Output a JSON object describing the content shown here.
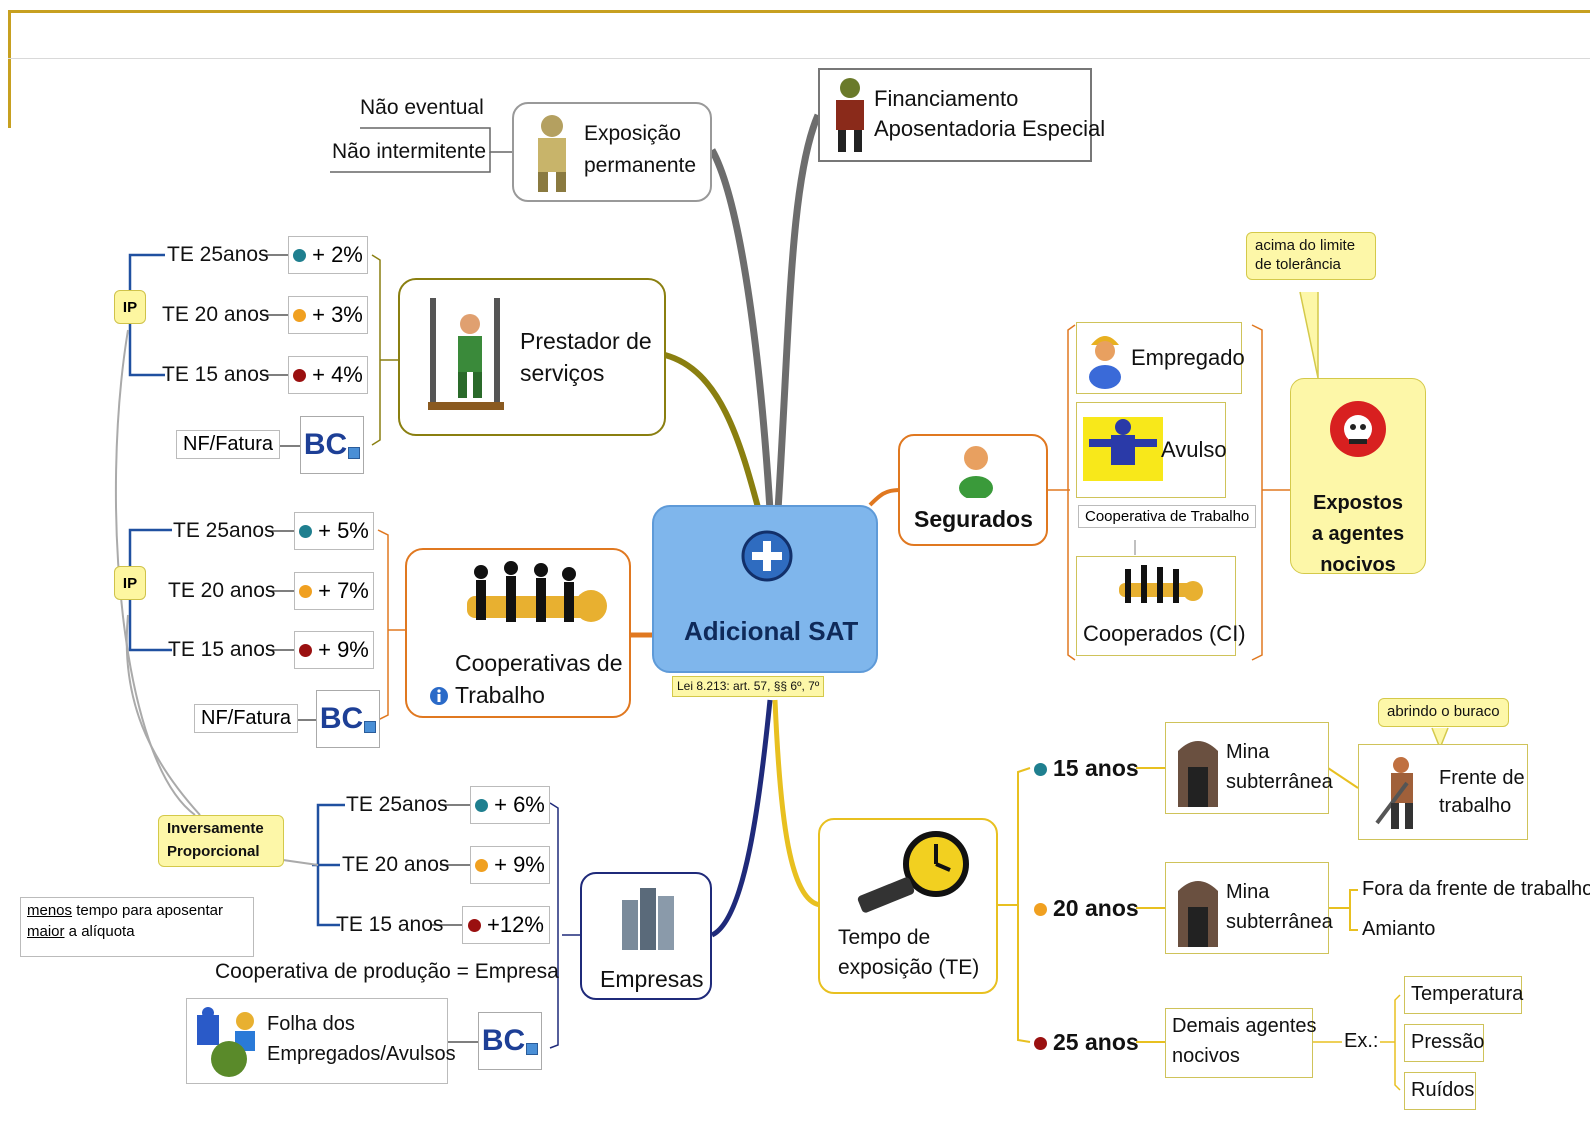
{
  "center": {
    "title": "Adicional SAT",
    "law": "Lei 8.213: art. 57, §§ 6º, 7º"
  },
  "financiamento": {
    "line1": "Financiamento",
    "line2": "Aposentadoria Especial"
  },
  "exposicao": {
    "line1": "Exposição",
    "line2": "permanente",
    "nao_eventual": "Não eventual",
    "nao_intermitente": "Não intermitente"
  },
  "prestador": {
    "line1": "Prestador de",
    "line2": "serviços",
    "ip": "IP",
    "nf": "NF/Fatura",
    "bc": "BC",
    "rows": [
      {
        "te": "TE 25anos",
        "pct": "+ 2%",
        "color": "#1f7f8f"
      },
      {
        "te": "TE 20 anos",
        "pct": "+ 3%",
        "color": "#f0a020"
      },
      {
        "te": "TE 15 anos",
        "pct": "+ 4%",
        "color": "#9a1010"
      }
    ]
  },
  "cooperativas": {
    "line1": "Cooperativas de",
    "line2": "Trabalho",
    "ip": "IP",
    "nf": "NF/Fatura",
    "bc": "BC",
    "rows": [
      {
        "te": "TE 25anos",
        "pct": "+ 5%",
        "color": "#1f7f8f"
      },
      {
        "te": "TE 20 anos",
        "pct": "+ 7%",
        "color": "#f0a020"
      },
      {
        "te": "TE 15 anos",
        "pct": "+ 9%",
        "color": "#9a1010"
      }
    ]
  },
  "empresas": {
    "title": "Empresas",
    "bc": "BC",
    "coop_producao": "Cooperativa de produção = Empresa",
    "folha_line1": "Folha dos",
    "folha_line2": "Empregados/Avulsos",
    "rows": [
      {
        "te": "TE 25anos",
        "pct": "+ 6%",
        "color": "#1f7f8f"
      },
      {
        "te": "TE 20 anos",
        "pct": "+ 9%",
        "color": "#f0a020"
      },
      {
        "te": "TE 15 anos",
        "pct": "+12%",
        "color": "#9a1010"
      }
    ]
  },
  "inversamente": {
    "line1": "Inversamente",
    "line2": "Proporcional",
    "note_word1": "menos",
    "note_rest1": " tempo para aposentar",
    "note_word2": "maior",
    "note_rest2": " a alíquota"
  },
  "segurados": {
    "title": "Segurados",
    "empregado": "Empregado",
    "avulso": "Avulso",
    "coop_trabalho": "Cooperativa de Trabalho",
    "cooperados": "Cooperados (CI)"
  },
  "expostos": {
    "line1": "Expostos",
    "line2": "a agentes",
    "line3": "nocivos",
    "callout_line1": "acima do limite",
    "callout_line2": "de tolerância"
  },
  "tempo": {
    "line1": "Tempo de",
    "line2": "exposição (TE)",
    "anos15": "15 anos",
    "anos20": "20 anos",
    "anos25": "25 anos",
    "mina_line1": "Mina",
    "mina_line2": "subterrânea",
    "abrindo": "abrindo o buraco",
    "frente_line1": "Frente de",
    "frente_line2": "trabalho",
    "fora": "Fora da frente de trabalho",
    "amianto": "Amianto",
    "demais_line1": "Demais agentes",
    "demais_line2": "nocivos",
    "ex": "Ex.:",
    "temperatura": "Temperatura",
    "pressao": "Pressão",
    "ruidos": "Ruídos",
    "colors": {
      "c15": "#1f7f8f",
      "c20": "#f0a020",
      "c25": "#9a1010"
    }
  },
  "colors": {
    "center_fill": "#7fb6ec",
    "branch_gray": "#6d6d6d",
    "branch_olive": "#8a7f10",
    "branch_orange": "#e07820",
    "branch_navy": "#1f2a7a",
    "branch_gold": "#e8c020",
    "tag_fill": "#fdf6a0"
  }
}
